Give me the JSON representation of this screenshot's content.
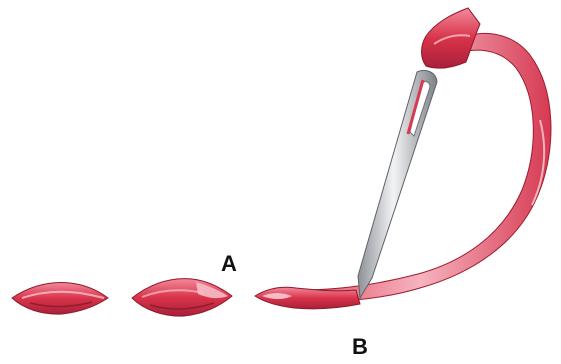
{
  "labels": {
    "a": "A",
    "b": "B"
  },
  "colors": {
    "ribbon": "#d9334a",
    "ribbon_dark": "#9e1b2e",
    "ribbon_light": "#f3a5b2",
    "needle": "#c9ccd1",
    "needle_dark": "#6f7378",
    "background": "#ffffff"
  },
  "icons": {
    "needle": "needle-icon",
    "stitch": "ribbon-stitch"
  }
}
